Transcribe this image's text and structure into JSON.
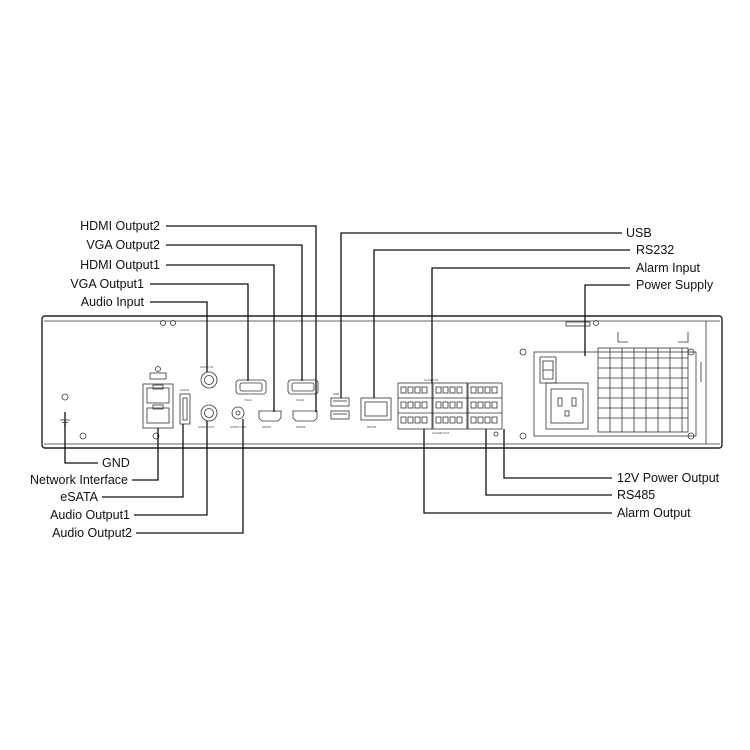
{
  "labels": {
    "hdmi_output2": "HDMI Output2",
    "vga_output2": "VGA Output2",
    "hdmi_output1": "HDMI Output1",
    "vga_output1": "VGA Output1",
    "audio_input": "Audio Input",
    "usb": "USB",
    "rs232": "RS232",
    "alarm_input": "Alarm Input",
    "power_supply": "Power Supply",
    "gnd": "GND",
    "network_interface": "Network Interface",
    "esata": "eSATA",
    "audio_output1": "Audio Output1",
    "audio_output2": "Audio Output2",
    "power_output_12v": "12V Power Output",
    "rs485": "RS485",
    "alarm_output": "Alarm Output"
  }
}
